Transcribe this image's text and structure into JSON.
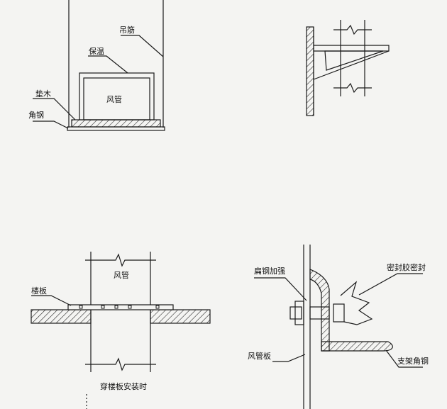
{
  "diagram1": {
    "hanger_bar": "吊筋",
    "insulation": "保温",
    "duct": "风管",
    "wood_pad": "垫木",
    "angle_steel": "角钢"
  },
  "diagram3": {
    "duct": "风管",
    "floor_slab": "楼板",
    "caption": "穿楼板安装时"
  },
  "diagram4": {
    "flat_steel_reinforcement": "扁钢加强",
    "sealant_seal": "密封胶密封",
    "duct_panel": "风管板",
    "support_angle_steel": "支架角钢"
  },
  "colors": {
    "ink": "#1a1a1a",
    "paper": "#f4f4f2"
  }
}
